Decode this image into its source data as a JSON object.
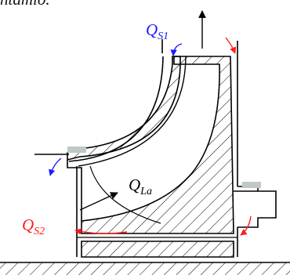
{
  "top_text": "ntamio.",
  "colors": {
    "line": "#000000",
    "seal_fill": "#bfc8c8",
    "blue": "#1a1aff",
    "red": "#ff1a1a"
  },
  "labels": {
    "q_s1": {
      "base": "Q",
      "sub": "S1"
    },
    "q_la": {
      "base": "Q",
      "sub": "La"
    },
    "q_s2": {
      "base": "Q",
      "sub": "S2"
    }
  }
}
